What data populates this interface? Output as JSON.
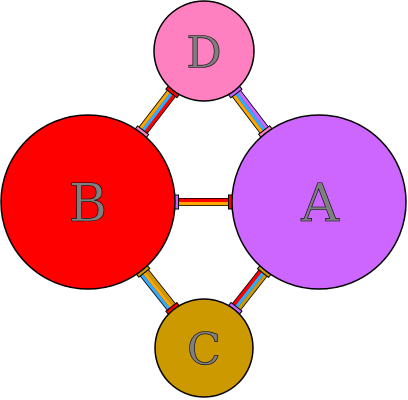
{
  "nodes": [
    {
      "id": "A",
      "label": "A",
      "color": "#cc66ff"
    },
    {
      "id": "B",
      "label": "B",
      "color": "#ff0000"
    },
    {
      "id": "C",
      "label": "C",
      "color": "#cc9900"
    },
    {
      "id": "D",
      "label": "D",
      "color": "#ff80c0"
    }
  ],
  "edges": [
    {
      "from": "D",
      "to": "B",
      "strands": [
        "#ff0000",
        "#33aaff",
        "#ffa500"
      ]
    },
    {
      "from": "D",
      "to": "A",
      "strands": [
        "#cc66ff",
        "#33aaff",
        "#ffa500"
      ]
    },
    {
      "from": "B",
      "to": "A",
      "strands": [
        "#ff0000",
        "#ffa500"
      ]
    },
    {
      "from": "B",
      "to": "C",
      "strands": [
        "#cc9900",
        "#ffa500",
        "#33aaff"
      ]
    },
    {
      "from": "A",
      "to": "C",
      "strands": [
        "#cc9900",
        "#33aaff",
        "#ff0000"
      ]
    }
  ]
}
